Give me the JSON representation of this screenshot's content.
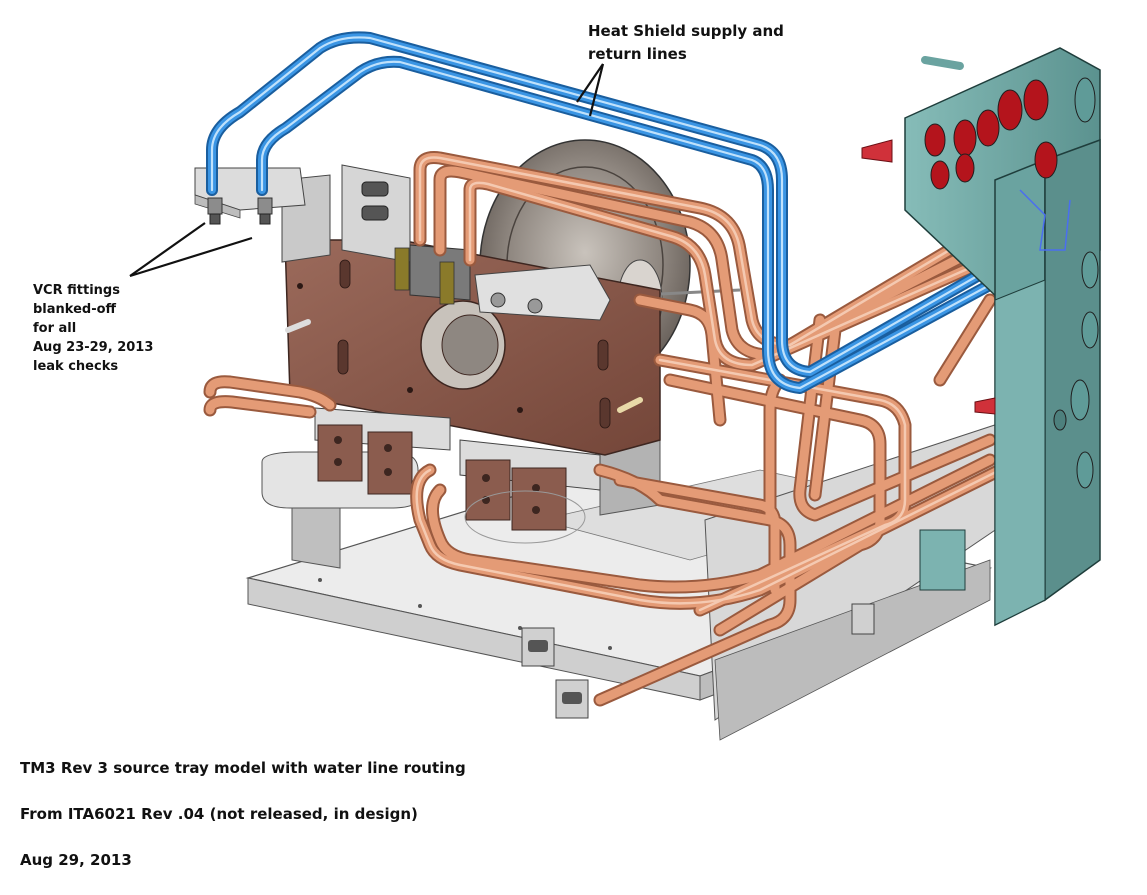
{
  "annotations": {
    "heat_shield_label": "Heat Shield supply and\nreturn lines",
    "vcr_label": "VCR fittings\nblanked-off\nfor all\nAug 23-29, 2013\nleak checks"
  },
  "caption": {
    "line1": "TM3 Rev 3 source tray model with water line routing",
    "line2": "From ITA6021 Rev .04 (not released, in design)",
    "line3": "Aug 29, 2013"
  },
  "colors": {
    "copper_tube": "#d9906b",
    "copper_highlight": "#f2c2a6",
    "blue_tube": "#2f86d6",
    "blue_highlight": "#a9d4f7",
    "brown_plate": "#8a5a4c",
    "teal_panel": "#6fa8a4",
    "red_port": "#b4141c",
    "base_gray": "#e3e3e3",
    "block_gray": "#cfcfcf"
  }
}
